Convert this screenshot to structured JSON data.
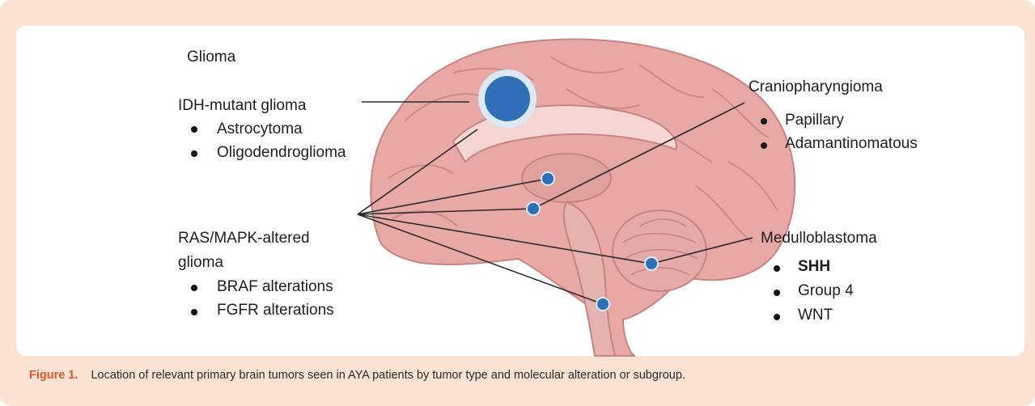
{
  "glioma_header": "Glioma",
  "idh": {
    "title": "IDH-mutant glioma",
    "items": [
      "Astrocytoma",
      "Oligodendroglioma"
    ]
  },
  "ras": {
    "title_line1": "RAS/MAPK-altered",
    "title_line2": "glioma",
    "items": [
      "BRAF alterations",
      "FGFR alterations"
    ]
  },
  "cranio": {
    "title": "Craniopharyngioma",
    "items": [
      "Papillary",
      "Adamantinomatous"
    ]
  },
  "medullo": {
    "title": "Medulloblastoma",
    "items": [
      "SHH",
      "Group 4",
      "WNT"
    ]
  },
  "caption": {
    "label": "Figure 1.",
    "text": "Location of relevant primary brain tumors seen in AYA patients by tumor type and molecular alteration or subgroup."
  },
  "colors": {
    "frame": "#fbe3d4",
    "brain": "#e8a9a6",
    "tumor_marker": "#2f6fb8",
    "caption_label": "#e2562c"
  },
  "icons": [
    "brain-illustration",
    "tumor-marker"
  ]
}
